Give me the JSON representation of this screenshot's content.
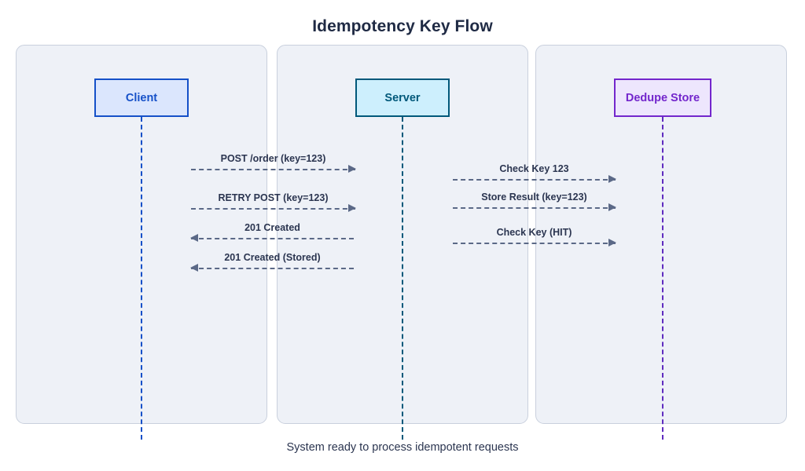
{
  "title": "Idempotency Key Flow",
  "caption": "System ready to process idempotent requests",
  "colors": {
    "background": "#ffffff",
    "panel_fill": "#eef1f7",
    "panel_border": "#c9d0dd",
    "title_text": "#1f2a44",
    "message_line": "#5b6987",
    "message_text": "#2b3550",
    "client_accent": "#1550c8",
    "client_fill": "#dbe6fd",
    "server_accent": "#01587a",
    "server_fill": "#cdeffd",
    "dedupe_accent": "#7326cc",
    "dedupe_fill": "#ede6fd"
  },
  "participants": [
    {
      "id": "client",
      "label": "Client",
      "fill": "#dbe6fd",
      "border": "#1550c8",
      "lifeline": "#1550c8"
    },
    {
      "id": "server",
      "label": "Server",
      "fill": "#cdeffd",
      "border": "#01587a",
      "lifeline": "#01587a"
    },
    {
      "id": "dedupe",
      "label": "Dedupe Store",
      "fill": "#ede6fd",
      "border": "#7326cc",
      "lifeline": "#5f2bbf"
    }
  ],
  "messages": [
    {
      "id": "post-order",
      "label": "POST /order (key=123)",
      "from": "client",
      "to": "server",
      "direction": "right",
      "style": "dashed"
    },
    {
      "id": "retry-post",
      "label": "RETRY POST (key=123)",
      "from": "client",
      "to": "server",
      "direction": "right",
      "style": "dashed"
    },
    {
      "id": "201-created",
      "label": "201 Created",
      "from": "server",
      "to": "client",
      "direction": "left",
      "style": "dashed"
    },
    {
      "id": "201-stored",
      "label": "201 Created (Stored)",
      "from": "server",
      "to": "client",
      "direction": "left",
      "style": "dashed"
    },
    {
      "id": "check-key",
      "label": "Check Key 123",
      "from": "server",
      "to": "dedupe",
      "direction": "right",
      "style": "dashed"
    },
    {
      "id": "store-result",
      "label": "Store Result (key=123)",
      "from": "server",
      "to": "dedupe",
      "direction": "right",
      "style": "dashed"
    },
    {
      "id": "check-key-hit",
      "label": "Check Key (HIT)",
      "from": "server",
      "to": "dedupe",
      "direction": "right",
      "style": "dashed"
    }
  ]
}
